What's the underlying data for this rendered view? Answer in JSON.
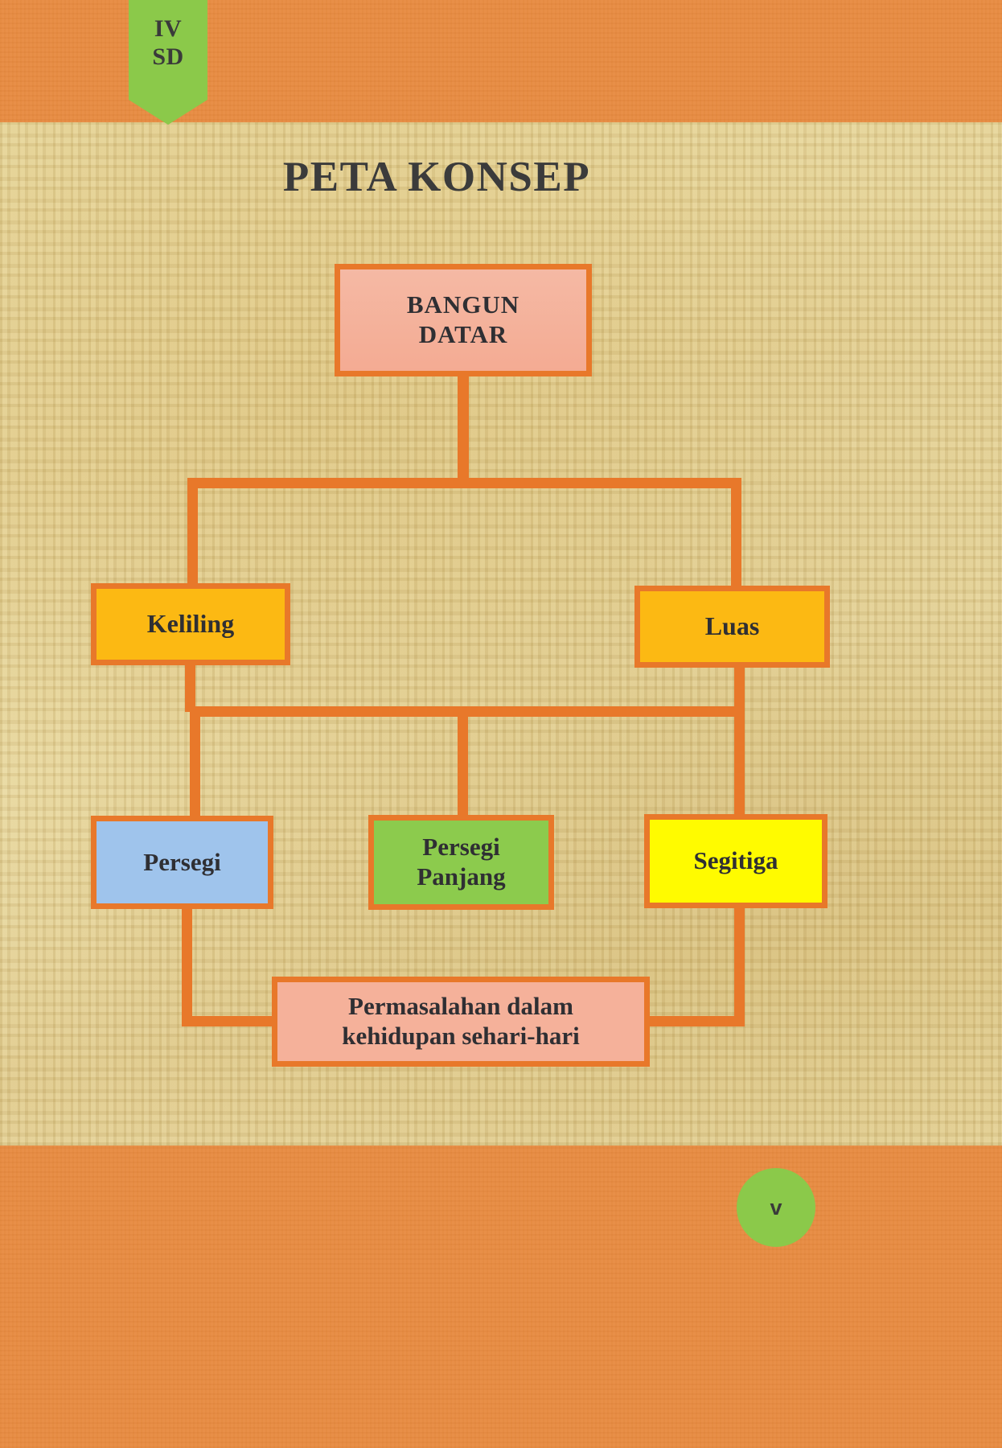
{
  "bookmark": {
    "line1": "IV",
    "line2": "SD"
  },
  "page": {
    "title": "PETA KONSEP",
    "number": "v"
  },
  "colors": {
    "page_background": "#e88b41",
    "paper": "#e3cf93",
    "connector": "#e8782a",
    "node_border": "#e8782a",
    "bookmark": "#8bc94a",
    "badge": "#8bc94a",
    "text": "#2f2f33"
  },
  "concept_map": {
    "nodes": [
      {
        "id": "bangun-datar",
        "label": "BANGUN DATAR",
        "line1": "BANGUN",
        "line2": "DATAR",
        "fill": "#f4ab93",
        "level": 0
      },
      {
        "id": "keliling",
        "label": "Keliling",
        "fill": "#fcb913",
        "level": 1
      },
      {
        "id": "luas",
        "label": "Luas",
        "fill": "#fcb913",
        "level": 1
      },
      {
        "id": "persegi",
        "label": "Persegi",
        "fill": "#9fc4ec",
        "level": 2
      },
      {
        "id": "persegi-panjang",
        "label": "Persegi Panjang",
        "line1": "Persegi",
        "line2": "Panjang",
        "fill": "#8ccb4d",
        "level": 2
      },
      {
        "id": "segitiga",
        "label": "Segitiga",
        "fill": "#fffb00",
        "level": 2
      },
      {
        "id": "permasalahan",
        "label": "Permasalahan dalam kehidupan sehari-hari",
        "line1": "Permasalahan dalam",
        "line2": "kehidupan sehari-hari",
        "fill": "#f5b19a",
        "level": 3
      }
    ],
    "edges": [
      {
        "from": "bangun-datar",
        "to": "keliling"
      },
      {
        "from": "bangun-datar",
        "to": "luas"
      },
      {
        "from": "keliling",
        "to": "persegi"
      },
      {
        "from": "keliling",
        "to": "persegi-panjang"
      },
      {
        "from": "keliling",
        "to": "segitiga"
      },
      {
        "from": "luas",
        "to": "persegi"
      },
      {
        "from": "luas",
        "to": "persegi-panjang"
      },
      {
        "from": "luas",
        "to": "segitiga"
      },
      {
        "from": "persegi",
        "to": "permasalahan"
      },
      {
        "from": "persegi-panjang",
        "to": "permasalahan"
      },
      {
        "from": "segitiga",
        "to": "permasalahan"
      }
    ]
  }
}
